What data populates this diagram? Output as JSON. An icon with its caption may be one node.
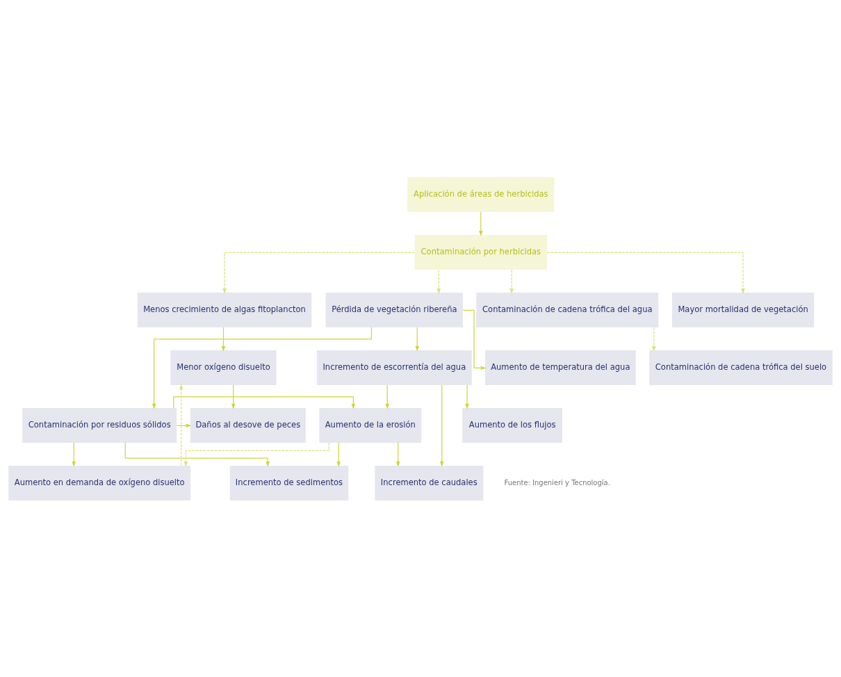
{
  "diagram": {
    "nodes": [
      {
        "text": [
          "Aplicación de áreas de herbicidas"
        ]
      },
      {
        "text": [
          "Contaminación por herbicidas"
        ]
      },
      {
        "text": [
          "Menos crecimiento de algas fitoplancton"
        ]
      },
      {
        "text": [
          "Contaminación de cadena trófica del agua"
        ]
      },
      {
        "text": [
          "Pérdida de vegetación ribereña"
        ]
      },
      {
        "text": [
          "Mayor mortalidad de vegetación"
        ]
      },
      {
        "text": [
          "Menor oxígeno disuelto"
        ]
      },
      {
        "text": [
          "Aumento de temperatura del agua"
        ]
      },
      {
        "text": [
          "Incremento de escorrentía del agua"
        ]
      },
      {
        "text": [
          "Contaminación de cadena trófica del suelo"
        ]
      },
      {
        "text": [
          "Daños al desove de peces"
        ]
      },
      {
        "text": [
          "Contaminación por residuos sólidos"
        ]
      },
      {
        "text": [
          "Aumento de la erosión"
        ]
      },
      {
        "text": [
          "Aumento de los flujos"
        ]
      },
      {
        "text": [
          "Aumento en demanda de oxígeno disuelto"
        ]
      },
      {
        "text": [
          "Incremento de sedimentos"
        ]
      },
      {
        "text": [
          "Incremento de caudales"
        ]
      }
    ],
    "edges": [
      {
        "from": 0,
        "to": 1,
        "arrow": "to"
      },
      {
        "from": 1,
        "to": 2,
        "arrow": "to",
        "style": "dashed"
      },
      {
        "from": 1,
        "to": 3,
        "arrow": "to",
        "style": "dashed"
      },
      {
        "from": 1,
        "to": 4,
        "arrow": "to",
        "style": "dashed"
      },
      {
        "from": 1,
        "to": 5,
        "arrow": "to",
        "style": "dashed"
      },
      {
        "from": 2,
        "to": 6,
        "arrow": "to"
      },
      {
        "from": 3,
        "to": 9,
        "arrow": "to",
        "style": "dashed"
      },
      {
        "from": 4,
        "to": 7,
        "arrow": "to"
      },
      {
        "from": 4,
        "to": 11,
        "arrow": "to"
      },
      {
        "from": 4,
        "to": 8,
        "arrow": "to"
      },
      {
        "from": 14,
        "to": 6,
        "arrow": "to",
        "style": "dashed"
      },
      {
        "from": 6,
        "to": 10,
        "arrow": "to"
      },
      {
        "from": 11,
        "to": 10,
        "arrow": "to"
      },
      {
        "from": 11,
        "to": 12,
        "arrow": "to"
      },
      {
        "from": 8,
        "to": 12,
        "arrow": "to"
      },
      {
        "from": 8,
        "to": 16,
        "arrow": "to"
      },
      {
        "from": 8,
        "to": 13,
        "arrow": "to"
      },
      {
        "from": 11,
        "to": 14,
        "arrow": "to"
      },
      {
        "from": 11,
        "to": 15,
        "arrow": "to"
      },
      {
        "from": 12,
        "to": 14,
        "arrow": "to",
        "style": "dashed"
      },
      {
        "from": 12,
        "to": 15,
        "arrow": "to"
      },
      {
        "from": 12,
        "to": 16,
        "arrow": "to"
      }
    ],
    "labels": [
      "Fuente: Ingenieri y Tecnología."
    ]
  }
}
